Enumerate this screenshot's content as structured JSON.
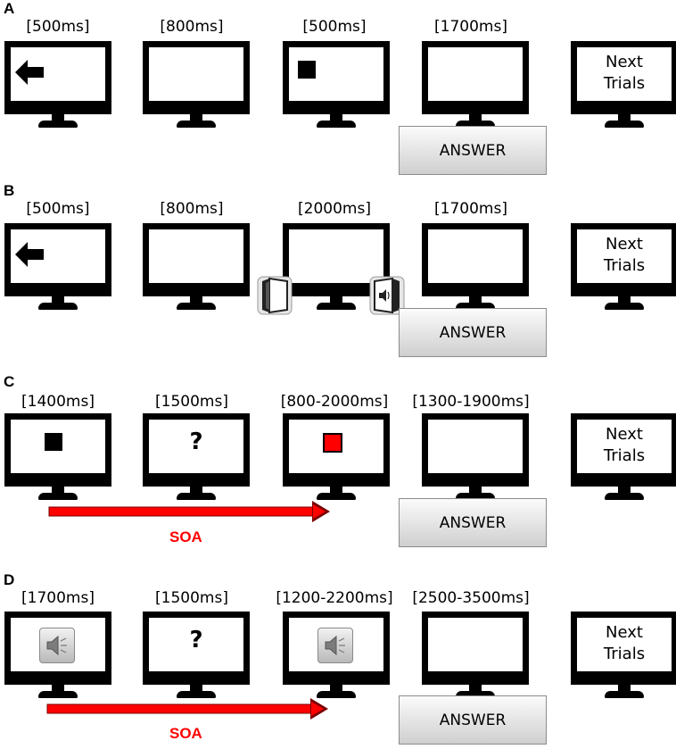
{
  "panels": [
    {
      "label": "A",
      "durations": [
        "[500ms]",
        "[800ms]",
        "[500ms]",
        "[1700ms]"
      ],
      "next_trials": "Next\nTrials",
      "answer": "ANSWER"
    },
    {
      "label": "B",
      "durations": [
        "[500ms]",
        "[800ms]",
        "[2000ms]",
        "[1700ms]"
      ],
      "next_trials": "Next\nTrials",
      "answer": "ANSWER"
    },
    {
      "label": "C",
      "durations": [
        "[1400ms]",
        "[1500ms]",
        "[800-2000ms]",
        "[1300-1900ms]"
      ],
      "next_trials": "Next\nTrials",
      "question": "?",
      "answer": "ANSWER",
      "soa": "SOA"
    },
    {
      "label": "D",
      "durations": [
        "[1700ms]",
        "[1500ms]",
        "[1200-2200ms]",
        "[2500-3500ms]"
      ],
      "next_trials": "Next\nTrials",
      "question": "?",
      "answer": "ANSWER",
      "soa": "SOA"
    }
  ],
  "colors": {
    "soa_arrow": "#ff0000",
    "target_square": "#ff0000",
    "stimulus": "#000000"
  },
  "icons": [
    "arrow-left-icon",
    "speaker-icon",
    "side-speaker-icon"
  ]
}
